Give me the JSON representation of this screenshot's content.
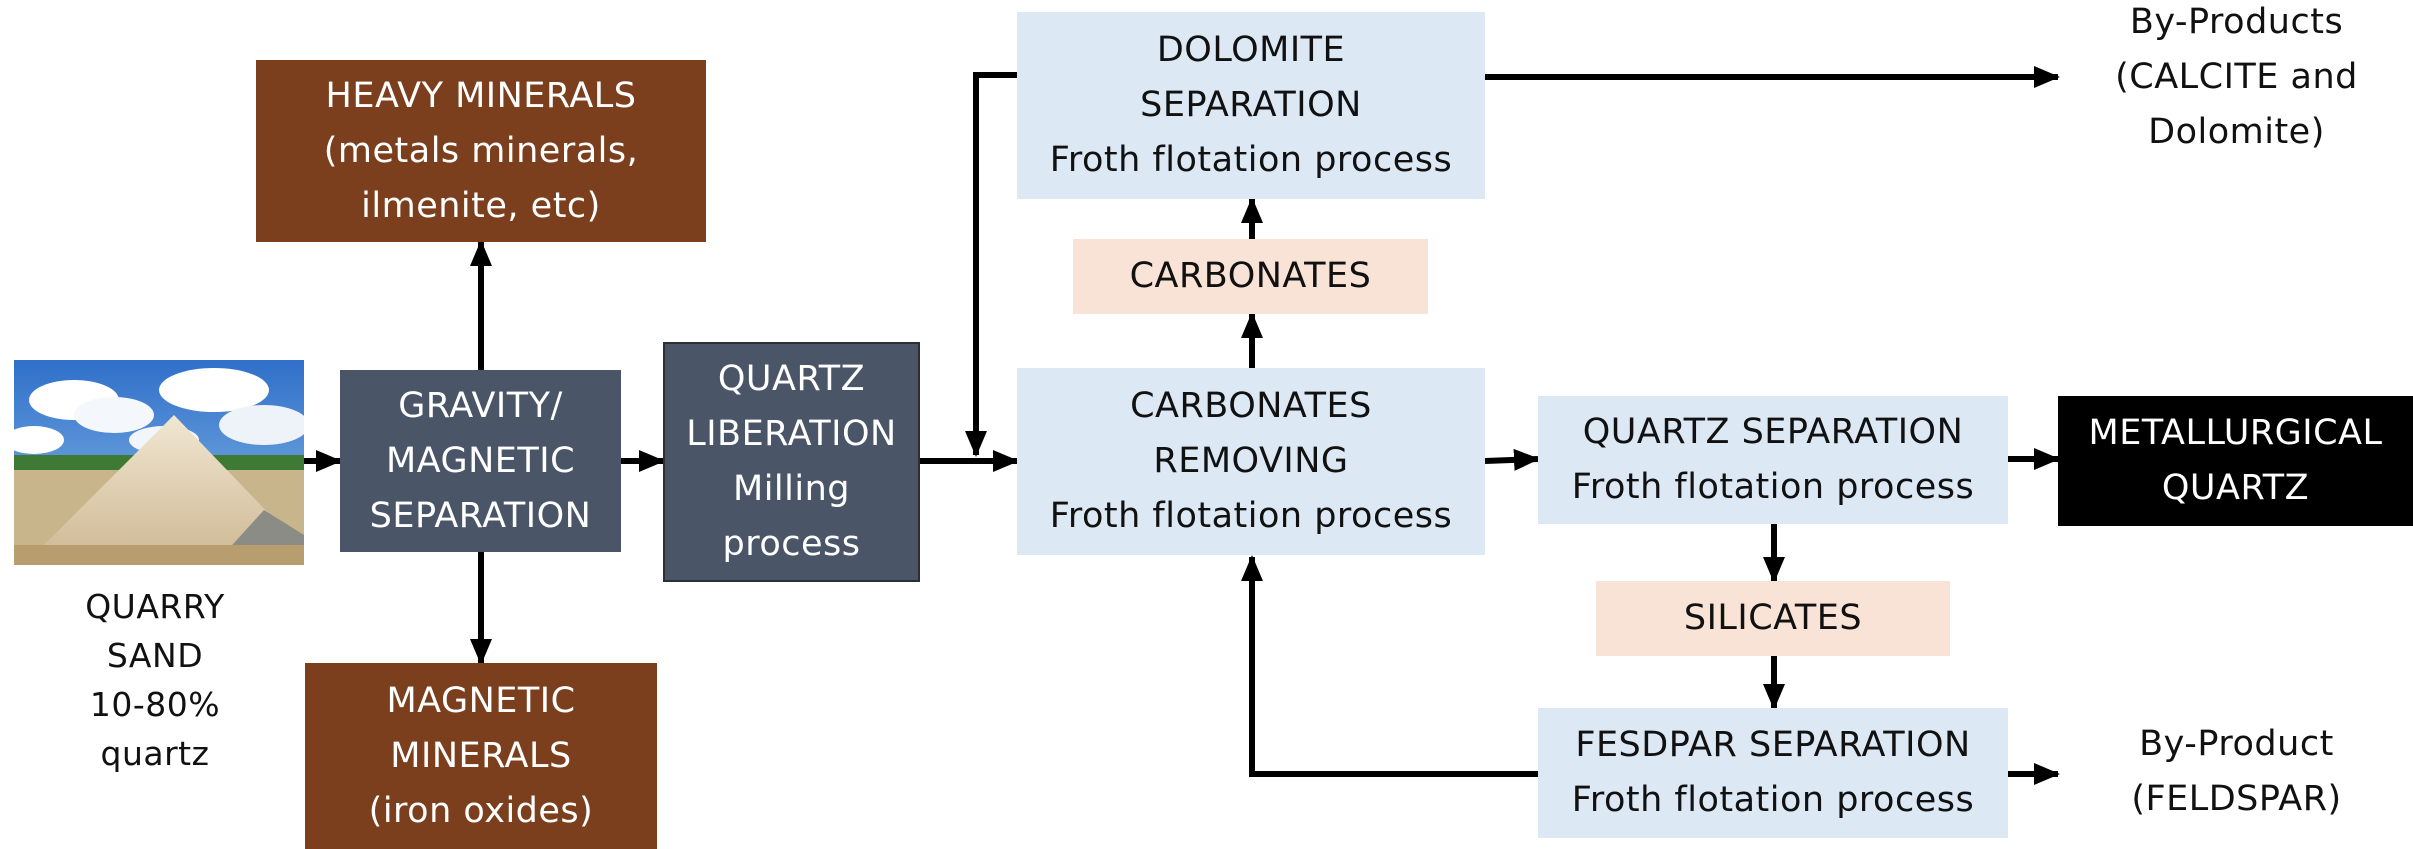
{
  "nodes": {
    "heavy_minerals": [
      "HEAVY MINERALS",
      "(metals minerals,",
      "ilmenite, etc)"
    ],
    "gravity_magnetic": [
      "GRAVITY/",
      "MAGNETIC",
      "SEPARATION"
    ],
    "magnetic_minerals": [
      "MAGNETIC",
      "MINERALS",
      "(iron oxides)"
    ],
    "quartz_liberation": [
      "QUARTZ",
      "LIBERATION",
      "Milling",
      "process"
    ],
    "quarry_sand": [
      "QUARRY",
      "SAND",
      "10-80%",
      "quartz"
    ],
    "dolomite_separation": [
      "DOLOMITE",
      "SEPARATION",
      "Froth flotation process"
    ],
    "carbonates": [
      "CARBONATES"
    ],
    "carbonates_removing": [
      "CARBONATES",
      "REMOVING",
      "Froth flotation process"
    ],
    "byproducts_top": [
      "By-Products",
      "(CALCITE and",
      "Dolomite)"
    ],
    "quartz_separation": [
      "QUARTZ SEPARATION",
      "Froth flotation process"
    ],
    "metallurgical_quartz": [
      "METALLURGICAL",
      "QUARTZ"
    ],
    "silicates": [
      "SILICATES"
    ],
    "fesdpar_separation": [
      "FESDPAR SEPARATION",
      "Froth flotation process"
    ],
    "byproduct_bottom": [
      "By-Product",
      "(FELDSPAR)"
    ]
  },
  "colors": {
    "brown": "#7b3f1e",
    "slate": "#4a5568",
    "light_blue": "#dce8f4",
    "peach": "#f9e3d6",
    "black": "#000000",
    "arrow": "#000000"
  },
  "image": {
    "subject": "sand pile under blue sky"
  }
}
